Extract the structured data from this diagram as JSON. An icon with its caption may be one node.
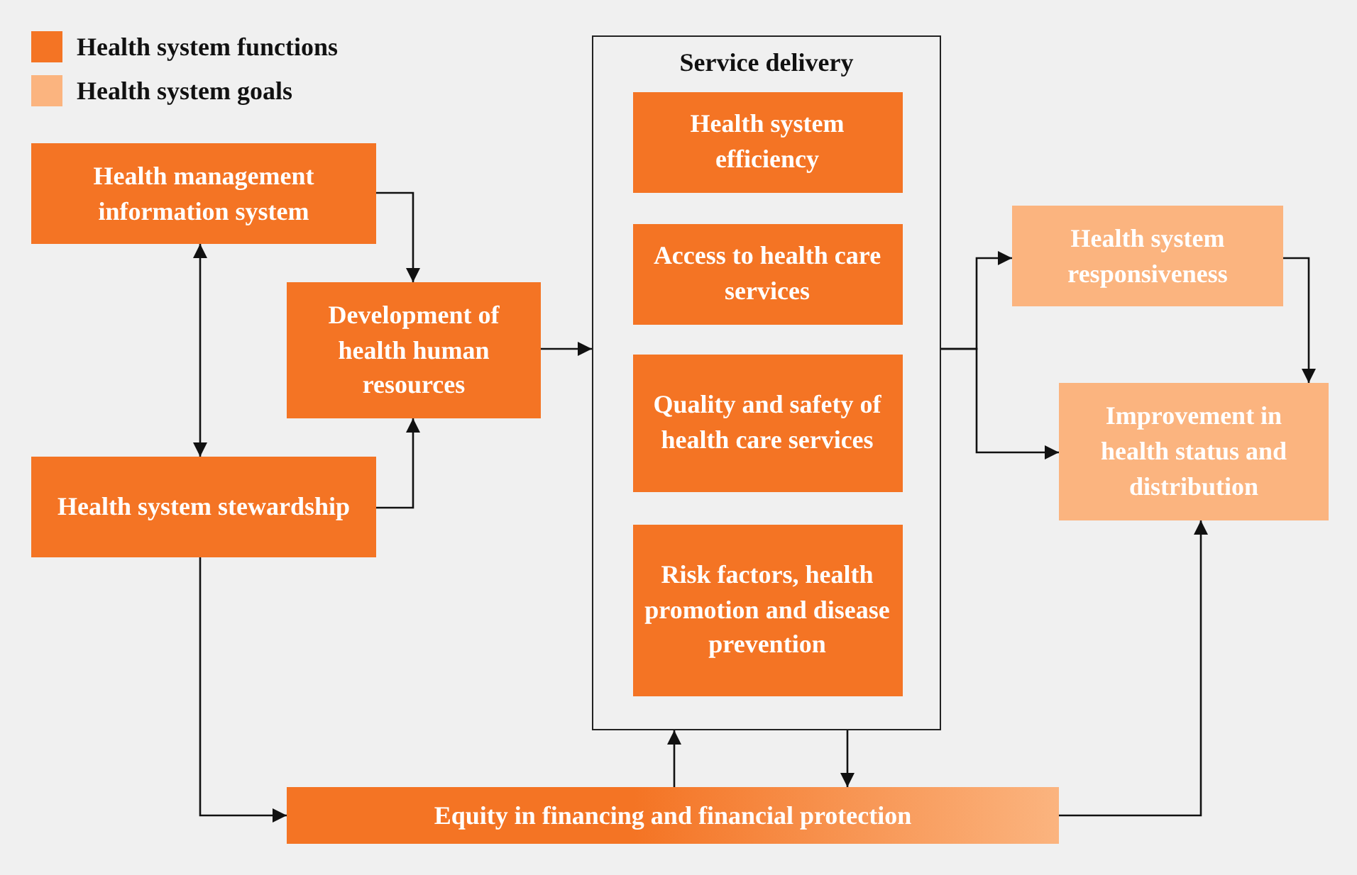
{
  "diagram": {
    "nodes": [
      {
        "text": [
          "Health management information system"
        ]
      },
      {
        "text": [
          "Development of health human resources"
        ]
      },
      {
        "text": [
          "Health system stewardship"
        ]
      },
      {
        "text": [
          "Service delivery"
        ]
      },
      {
        "text": [
          "Health system efficiency"
        ],
        "in": 3
      },
      {
        "text": [
          "Access to health care services"
        ],
        "in": 3
      },
      {
        "text": [
          "Quality and safety of health care services"
        ],
        "in": 3
      },
      {
        "text": [
          "Risk factors, health promotion and disease prevention"
        ],
        "in": 3
      },
      {
        "text": [
          "Health system responsiveness"
        ]
      },
      {
        "text": [
          "Improvement in health status and distribution"
        ]
      },
      {
        "text": [
          "Equity in financing and financial protection"
        ]
      }
    ],
    "edges": [
      {
        "from": 0,
        "to": 1,
        "arrow": "to"
      },
      {
        "from": 0,
        "to": 2,
        "arrow": "both"
      },
      {
        "from": 2,
        "to": 1,
        "arrow": "to"
      },
      {
        "from": 1,
        "to": 3,
        "arrow": "to"
      },
      {
        "from": 3,
        "to": 8,
        "arrow": "to"
      },
      {
        "from": 3,
        "to": 9,
        "arrow": "to"
      },
      {
        "from": 8,
        "to": 9,
        "arrow": "to"
      },
      {
        "from": 2,
        "to": 10,
        "arrow": "to"
      },
      {
        "from": 10,
        "to": 3,
        "arrow": "to"
      },
      {
        "from": 3,
        "to": 10,
        "arrow": "to"
      },
      {
        "from": 10,
        "to": 9,
        "arrow": "to"
      }
    ],
    "legend": [
      {
        "text": "Health system functions",
        "color": "#f47424"
      },
      {
        "text": "Health system goals",
        "color": "#fbb47f"
      }
    ]
  }
}
